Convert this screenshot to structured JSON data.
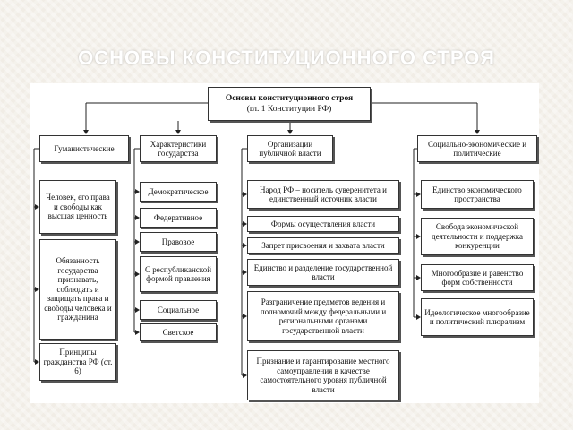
{
  "slide": {
    "title": "ОСНОВЫ КОНСТИТУЦИОННОГО СТРОЯ"
  },
  "diagram": {
    "root": {
      "title": "Основы конституционного строя",
      "subtitle": "(гл. 1 Конституции РФ)"
    },
    "categories": [
      {
        "label": "Гуманистические",
        "items": [
          "Человек, его права и свободы как высшая ценность",
          "Обязанность государства признавать, соблюдать и защищать права и свободы человека и гражданина",
          "Принципы гражданства РФ (ст. 6)"
        ]
      },
      {
        "label": "Характеристики государства",
        "items": [
          "Демократическое",
          "Федеративное",
          "Правовое",
          "С республиканской формой правления",
          "Социальное",
          "Светское"
        ]
      },
      {
        "label": "Организации публичной власти",
        "items": [
          "Народ РФ – носитель суверенитета и единственный источник власти",
          "Формы осуществления власти",
          "Запрет присвоения и захвата власти",
          "Единство и разделение государственной власти",
          "Разграничение предметов ведения и полномочий между федеральными и региональными органами государственной власти",
          "Признание и гарантирование местного самоуправления в качестве самостоятельного уровня публичной власти"
        ]
      },
      {
        "label": "Социально-экономические и политические",
        "items": [
          "Единство экономического пространства",
          "Свобода экономической деятельности и поддержка конкуренции",
          "Многообразие и равенство форм собственности",
          "Идеологическое многообразие и политический плюрализм"
        ]
      }
    ]
  }
}
